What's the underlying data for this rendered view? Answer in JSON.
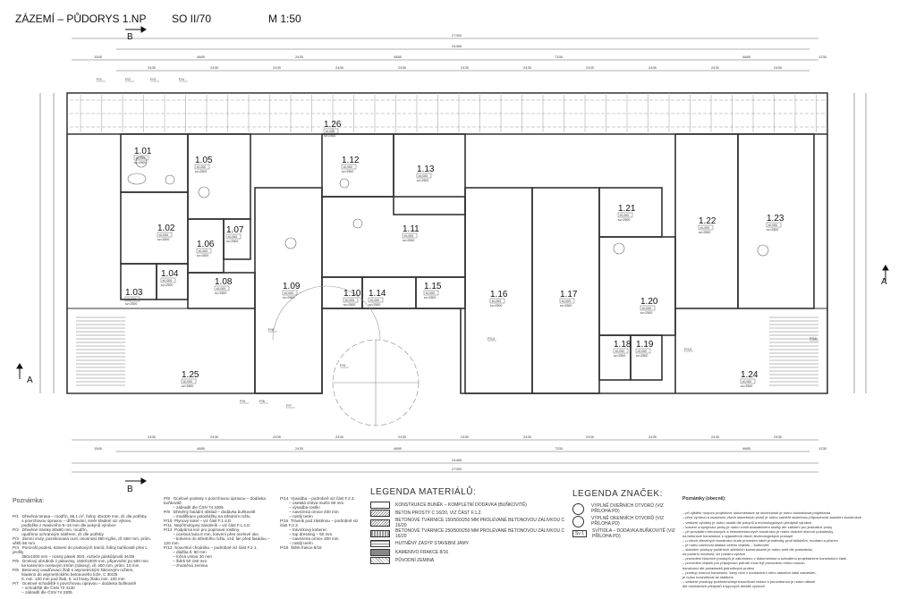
{
  "header": {
    "title": "ZÁZEMÍ – PŮDORYS 1.NP",
    "object": "SO II/70",
    "scale": "M 1:50"
  },
  "sections": {
    "b": "B",
    "a": "A"
  },
  "dimensions": {
    "overall": "27390",
    "inner": "24485",
    "top_row": [
      "1545",
      "4885",
      "2435",
      "4885",
      "7335",
      "4885",
      "1235"
    ],
    "modules": [
      "2435",
      "2435",
      "2435",
      "2435",
      "2435",
      "2435",
      "2435",
      "2435",
      "2435",
      "2435",
      "2435"
    ]
  },
  "notes_tags": [
    "P/1",
    "P/2",
    "P/3",
    "P/4",
    "P/5",
    "P/6",
    "P/7",
    "P/8",
    "P/9",
    "P/14",
    "P/15",
    "P/16"
  ],
  "rooms": [
    {
      "id": "1.01"
    },
    {
      "id": "1.02"
    },
    {
      "id": "1.03"
    },
    {
      "id": "1.04"
    },
    {
      "id": "1.05"
    },
    {
      "id": "1.06"
    },
    {
      "id": "1.07"
    },
    {
      "id": "1.08"
    },
    {
      "id": "1.09"
    },
    {
      "id": "1.10"
    },
    {
      "id": "1.11"
    },
    {
      "id": "1.12"
    },
    {
      "id": "1.13"
    },
    {
      "id": "1.14"
    },
    {
      "id": "1.15"
    },
    {
      "id": "1.16"
    },
    {
      "id": "1.17"
    },
    {
      "id": "1.18"
    },
    {
      "id": "1.19"
    },
    {
      "id": "1.20"
    },
    {
      "id": "1.21"
    },
    {
      "id": "1.22"
    },
    {
      "id": "1.23"
    },
    {
      "id": "1.24"
    },
    {
      "id": "1.25"
    },
    {
      "id": "1.26"
    }
  ],
  "room_level": "±0,000",
  "room_height": "sv=2500",
  "notes": {
    "title": "Poznámka:",
    "col1": "P/1   Dřevěná terasa – modřín, 96,1 m², fošny 40x100 mm, dl. dle potřeby\n        s povrchovou úpravou – dřížkování, směr kladení viz výkres,\n        podložka z masivního 5–15 mm dle pokynů výrobce\nP/2   Dřevěné trámky 80x80 mm, modřín,\n        opatřeno ochranným nátěrem, dl. dle potřeby\nP/3   Zemní vruty, pozinkovaná ocel, únosnost 350 Kg/ks, dl. 550 mm, prům. větší 66 mm\nP/4   Pororošt podest, kotvení do prahových trámů, fošny buňkovitě přes L profily\n        350x1000 mm – nosný pásek 30/3, rozteče pásků/prutů 34/38\nP/5   Ocelový obrubník z pásoviny, 1500/100/5 mm, připevnění po 500 mm\n        ke kotevním ocelovým trnům (rákosy), dl. 400 mm, prům. 10 mm\nP/6   Betonový ovadňovací žlab s asymetrickým šikmovým rožtem,\n        kladeno do asymetrického betonového lože, C 30/25\n        tl. min. 100 mm pod žlab, tl. od hrany žlabu min. 100 mm\nP/7   Ocelové schodiště s povrchovou úpravou – dodávka buňkovitě\n        – schodiště dle ČSN 73 4130\n        – zábradlí dle ČSN 74 3305",
    "col2": "P/8   Ocelové podesty s povrchovou úpravou – dodávka buňkovitě\n        – zábradlí dle ČSN 74 3305\nP/9   Dřevěný fasádní obklad – dodávka buňkovitě\n        – modifikace polodrážky na středním rožtu\nP/10  Plynový kotel – viz část F.1.4.D\nP/11  Nepřímotopný zásobník – viz část F.1.4.D\nP/12  Podpůrná koz pro popínavé rostliny\n        – ocelová lana 8 mm, kotvení přes ocelové oko\n        – kotveno do středního rožtu, vzd. lan před fasádou – 120 mm\nP/13  Souvrství chodníku – podrobně viz část F.2.1.\n        – dlažba tl. 60 mm\n        – ložná vrstva 30 mm\n        – štěrk 50 150 mm\n        – zhutněná zemina",
    "col3": "P/14  Vpsudba – podrobně viz část F.2.3.\n        – osetelá vrstva mulče 80 mm\n        – výsadba rostlin\n        – navezená ornice 400 mm\n        – rostlý terén\nP/15  Trávník pod zástěnou – podrobně viz část F.2.3.\n        – trávníkový koberec\n        – top dressing – 50 mm\n        – navezená ornice 300 mm\n        – rostlý terén\nP/16  Štěrk frakce 8/16"
  },
  "legend_materials": {
    "title": "LEGENDA MATERIÁLŮ:",
    "items": [
      "KONSTRUKCE BUNĚK – KOMPLETNÍ DODÁVKA (BUŇKOVITĚ)",
      "BETON PROSTÝ C 16/20, VIZ ČÁST F.1.2.",
      "BETONOVÉ TVÁRNICE 150/500/250 MM PROLÉVANÉ BETONOVOU ZÁLIVKOU C 16/20",
      "BETONOVÉ TVÁRNICE 250/500/250 MM PROLÉVANÉ BETONOVOU ZÁLIVKOU C 16/20",
      "HUTNĚNÝ ZÁSYP STAVEBNÍ JÁMY",
      "KAMENIVO FRAKCE 8/16",
      "PŮVODNÍ ZEMINA"
    ]
  },
  "legend_symbols": {
    "title": "LEGENDA ZNAČEK:",
    "items": [
      "VÝPLNĚ DVEŘNÍCH OTVORŮ (VIZ PŘÍLOHA PD)",
      "VÝPLNĚ OKENNÍCH OTVORŮ (VIZ PŘÍLOHA PD)",
      "SVÍTIDLA – DODÁVKA BUŇKOVITĚ (VIZ PŘÍLOHA PD)"
    ],
    "symbol_tag": "Sv 1"
  },
  "general_notes": {
    "title": "Poznámky (obecně):",
    "text": "– při zjištění rozporu projektové dokumentace se skutečností je nutno kontaktovat projektanta\n– před výrobou a osazením všech stavebních prvků je nutno zaměřit skutečnou připravenost stavební konstrukce\n– veškeré výrobky je nutno osadit dle pokynů a technologických předpisů výrobce\n– kotvení a spojovací prvky je nutno zvolit dostatečném složky dle zatížení pro jednotlivé prvky\n– při provádění betonových a železobetonových konstrukcí je nutno dodržet obecné požadavky\nna betonové konstrukce s vyjasněním všech technologických postupů\n– u všech dřevěných konstrukcí bude proveden nátěr prostředky proti škůdcům, houbám a plísním\n– je nutno zachovat dilataci celého objektu – buňkovitě\n– stavební postupy požárních střešních konstrukcemi je nutno určit dle požadavku\nna požární odolnost, viz požární zpráva\n– provedení hlavních prostupů je zakresleno v dokumentaci a schváleno projektantem konstrukční části\n– provedení drážek pro připojovací potrubí musí být provedeno mimo nosnou\nkonstrukci dle požadavků jednotlivých profesí\n– prostup nosnou konstrukcí, který není v konstrukční nebo stavební části zakreslen,\nje nutno konzultovat se statikem\n– veškeré prostupy požárními/dopříčnou/tlumí izolací s porozitronou je nutno utěsnit\ndle montážních předpisů a typových detailů výrobců"
  },
  "colors": {
    "line": "#333333",
    "light": "#8a8a8a",
    "paper": "#ffffff"
  }
}
